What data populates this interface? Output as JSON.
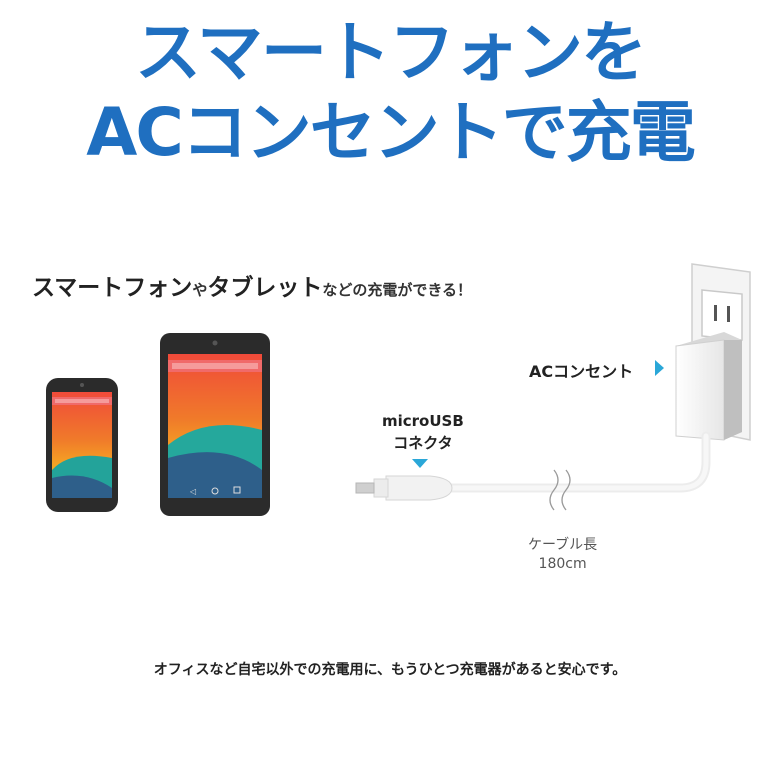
{
  "heading": {
    "line1": "スマートフォンを",
    "line2": "ACコンセントで充電"
  },
  "subtitle": {
    "part1": "スマートフォン",
    "part2": "や",
    "part3": "タブレット",
    "part4": "などの充電ができる！"
  },
  "labels": {
    "ac_outlet": "ACコンセント",
    "micro_usb_line1": "microUSB",
    "micro_usb_line2": "コネクタ",
    "cable_length_line1": "ケーブル長",
    "cable_length_line2": "180cm"
  },
  "caption": "オフィスなど自宅以外での充電用に、もうひとつ充電器があると安心です。",
  "colors": {
    "heading": "#1f6fc0",
    "arrow": "#2aa7d8"
  },
  "icons": [
    "smartphone-illustration",
    "tablet-illustration",
    "wall-outlet-illustration",
    "ac-adapter-illustration",
    "usb-cable-illustration"
  ]
}
